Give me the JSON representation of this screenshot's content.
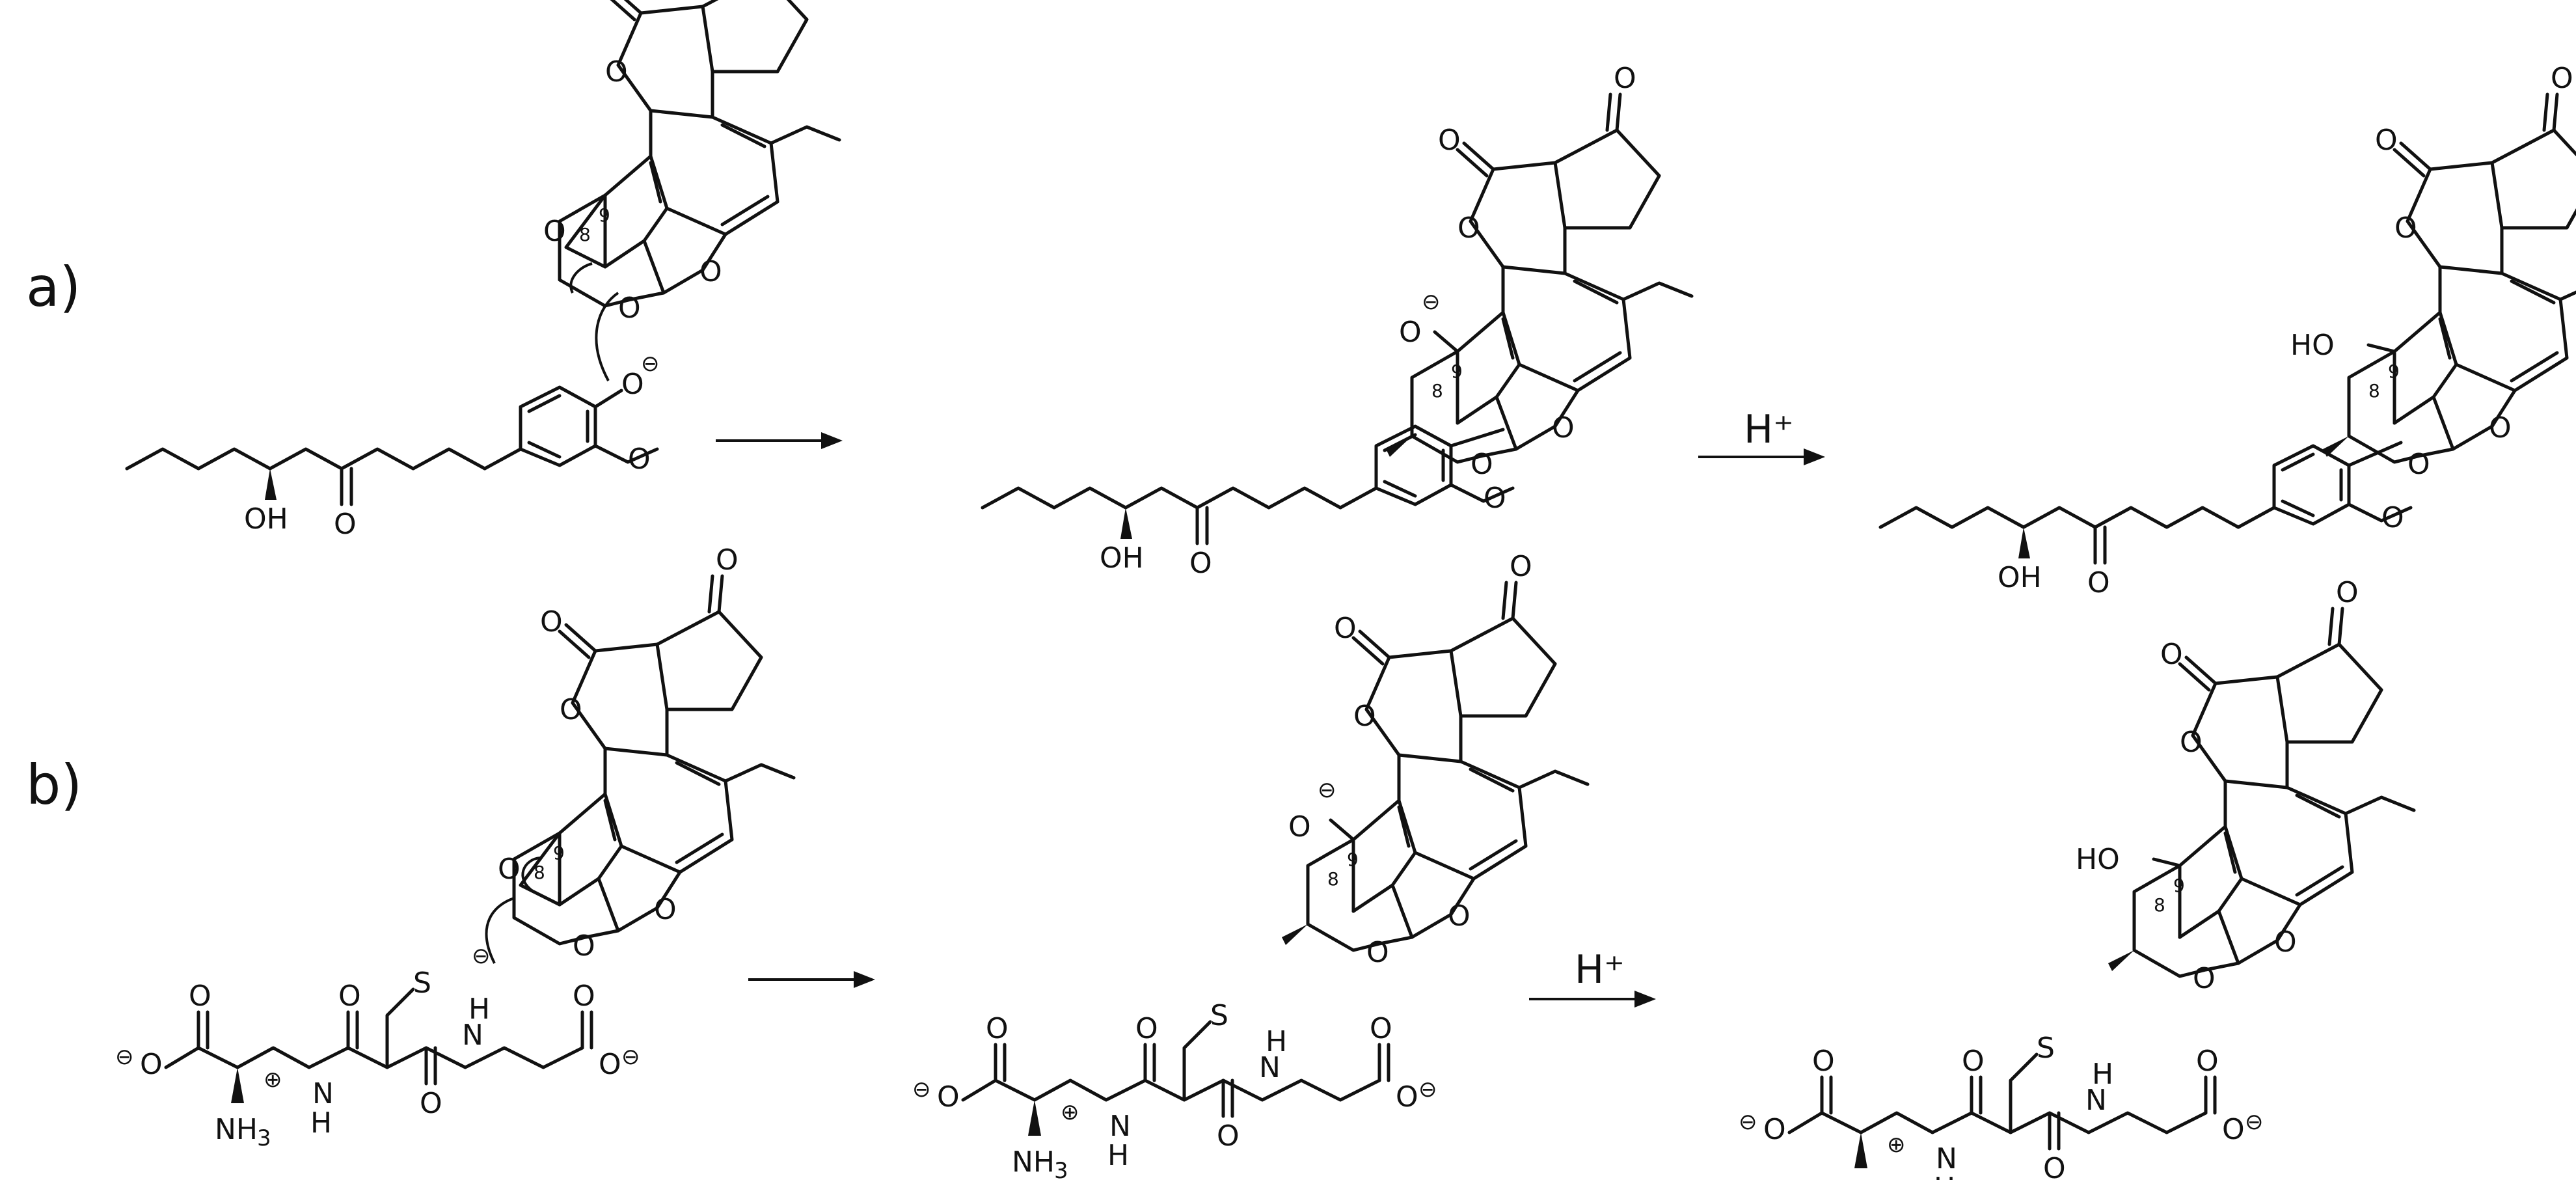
{
  "panels": [
    {
      "label": "a)"
    },
    {
      "label": "b)"
    }
  ],
  "reagents": [
    {
      "text": "H⁺"
    },
    {
      "text": "H⁺"
    }
  ],
  "atoms": {
    "O": "O",
    "OH": "OH",
    "HO": "HO",
    "S": "S",
    "N": "N",
    "NH": "NH",
    "H": "H",
    "NH3": "NH3",
    "minus": "⊖",
    "plus": "⊕",
    "loc8": "8",
    "loc9": "9"
  }
}
